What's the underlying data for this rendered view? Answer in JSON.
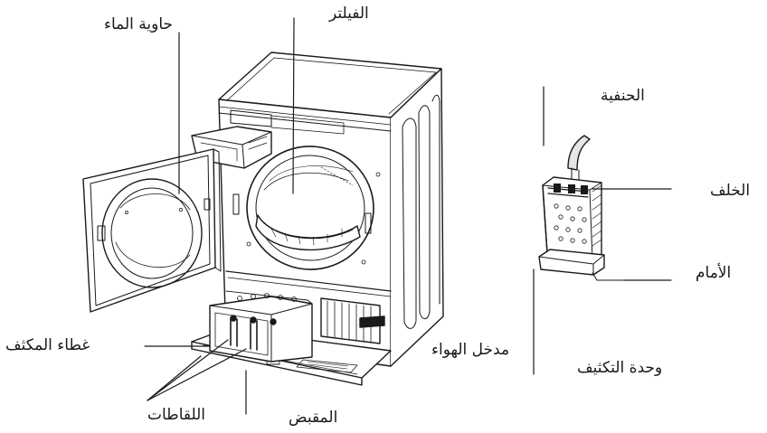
{
  "labels": {
    "water_container": "حاوية الماء",
    "filter": "الفيلتر",
    "tap": "الحنفية",
    "back": "الخلف",
    "front": "الأمام",
    "condenser_cover": "غطاء المكثف",
    "air_inlet": "مدخل الهواء",
    "condenser_unit": "وحدة التكثيف",
    "clamps": "اللقاطات",
    "handle": "المقبض"
  },
  "colors": {
    "stroke": "#1a1a1a",
    "fill": "#ffffff",
    "shade": "#e6e6e6"
  }
}
